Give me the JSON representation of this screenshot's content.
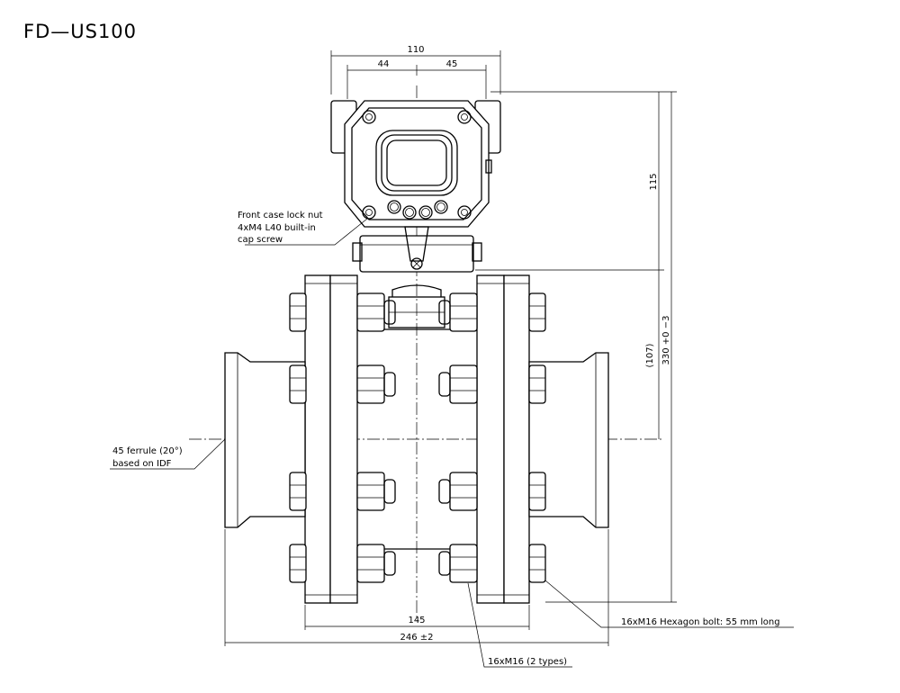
{
  "title": "FD—US100",
  "dimensions": {
    "top_width": "110",
    "top_left": "44",
    "top_right": "45",
    "head_height": "115",
    "to_center": "(107)",
    "overall_height": "330 +0 −3",
    "flange_width": "145",
    "overall_width": "246 ±2"
  },
  "callouts": {
    "lock_nut_line1": "Front case lock nut",
    "lock_nut_line2": "4xM4 L40 built-in",
    "lock_nut_line3": "cap screw",
    "ferrule_line1": "45 ferrule (20°)",
    "ferrule_line2": "based on IDF",
    "hex_bolt": "16xM16 Hexagon bolt: 55 mm long",
    "nut_types": "16xM16 (2 types)"
  }
}
